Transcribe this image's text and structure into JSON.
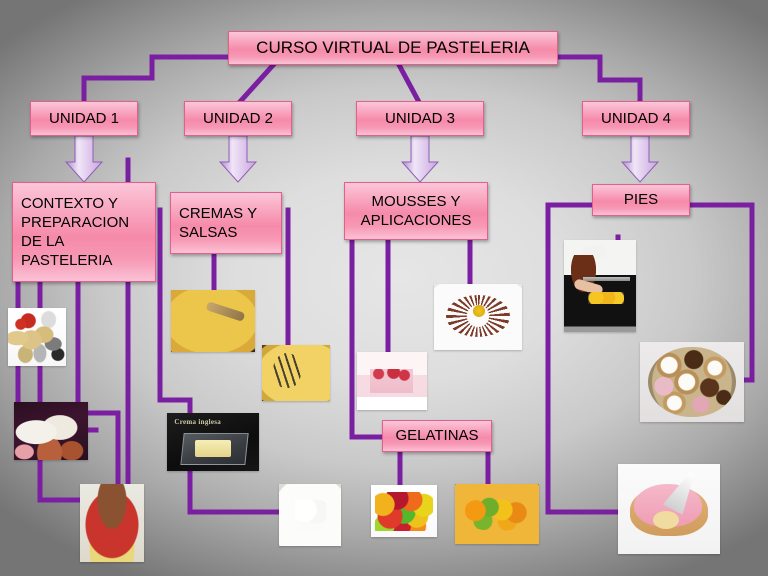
{
  "diagram": {
    "title": "CURSO VIRTUAL DE PASTELERIA",
    "type": "mind-map",
    "background_gradient": [
      "#e6e6e6",
      "#757575"
    ],
    "node_fill": "#f58aa9",
    "node_border": "#e3608e",
    "connector_color": "#7b1fa2",
    "arrow_color": "#d9bfe8",
    "root": {
      "label": "CURSO VIRTUAL DE PASTELERIA"
    },
    "units": [
      {
        "label": "UNIDAD 1"
      },
      {
        "label": "UNIDAD 2"
      },
      {
        "label": "UNIDAD 3"
      },
      {
        "label": "UNIDAD 4"
      }
    ],
    "topics": [
      {
        "label": "CONTEXTO Y PREPARACION DE LA PASTELERIA"
      },
      {
        "label": "CREMAS Y SALSAS"
      },
      {
        "label": "MOUSSES Y APLICACIONES"
      },
      {
        "label": "PIES"
      },
      {
        "label": "GELATINAS"
      }
    ],
    "photos": [
      {
        "name": "baking-tools-photo"
      },
      {
        "name": "cream-jars-photo"
      },
      {
        "name": "vintage-baker-woman-photo"
      },
      {
        "name": "custard-pan-photo"
      },
      {
        "name": "whisking-cream-photo"
      },
      {
        "name": "crema-inglesa-photo",
        "caption": "Crema inglesa"
      },
      {
        "name": "whipped-cream-bowl-photo"
      },
      {
        "name": "mousse-slice-photo"
      },
      {
        "name": "decorated-round-cake-photo"
      },
      {
        "name": "gummy-candies-photo"
      },
      {
        "name": "fruit-gelatin-photo"
      },
      {
        "name": "woman-baking-oven-photo"
      },
      {
        "name": "cookie-platter-photo"
      },
      {
        "name": "pink-iced-cookie-photo"
      }
    ]
  }
}
